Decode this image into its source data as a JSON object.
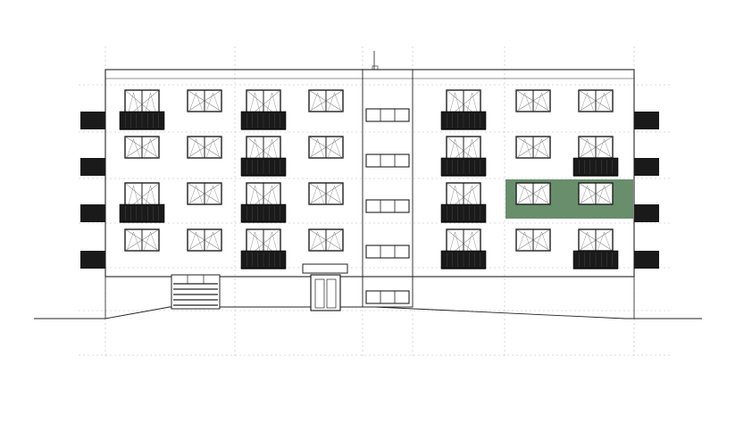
{
  "drawing": {
    "type": "building-elevation",
    "floors": 4,
    "bays_per_floor": 7,
    "stair_core": "center",
    "highlight": {
      "floor": 2,
      "bays": [
        6,
        7
      ],
      "color": "#4f7a52",
      "opacity": 0.85
    },
    "colors": {
      "line": "#222222",
      "grid": "#bdbdbd",
      "balcony_fill": "#1a1a1a",
      "window_frame": "#1e1e1e",
      "background": "#ffffff"
    },
    "balconies": [
      {
        "floor": 1,
        "bays": [
          3,
          5,
          7
        ],
        "side_stubs": true
      },
      {
        "floor": 2,
        "bays": [
          1,
          3,
          5
        ],
        "side_stubs": true
      },
      {
        "floor": 3,
        "bays": [
          3,
          5,
          7
        ],
        "side_stubs": true
      },
      {
        "floor": 4,
        "bays": [
          1,
          3,
          5
        ],
        "side_stubs": true
      }
    ],
    "stair_windows": 5,
    "entrance": {
      "type": "double-door",
      "canopy": true
    },
    "garage_vent": {
      "slats": 5
    }
  }
}
